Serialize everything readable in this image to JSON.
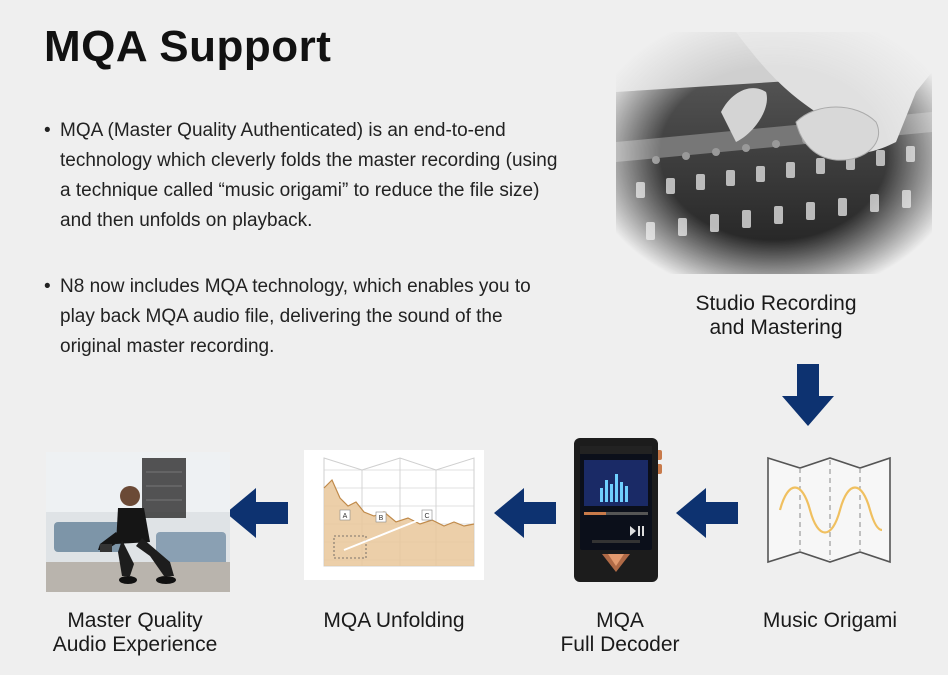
{
  "title": "MQA Support",
  "bullets": [
    {
      "marker": "•",
      "text": "MQA (Master Quality Authenticated) is an end-to-end technology which cleverly folds the master recording (using a technique called “music origami” to reduce the file size) and then unfolds on playback."
    },
    {
      "marker": "•",
      "text": "N8 now includes MQA technology, which enables you to play back MQA audio file, delivering the sound of the original master recording."
    }
  ],
  "steps": {
    "studio": {
      "line1": "Studio Recording",
      "line2": "and Mastering"
    },
    "origami": {
      "line1": "Music Origami"
    },
    "decoder": {
      "line1": "MQA",
      "line2": "Full Decoder"
    },
    "unfolding": {
      "line1": "MQA Unfolding"
    },
    "experience": {
      "line1": "Master Quality",
      "line2": "Audio Experience"
    }
  },
  "unfold_chart": {
    "labels": [
      "A",
      "B",
      "C"
    ]
  },
  "colors": {
    "arrow": "#0d3270",
    "origami_wave": "#f0c060",
    "chart_fill": "#e9c79a",
    "device_body": "#1c1c1c",
    "device_accent": "#c87a4a"
  },
  "icons": [
    "arrow-down-icon",
    "arrow-left-icon"
  ]
}
